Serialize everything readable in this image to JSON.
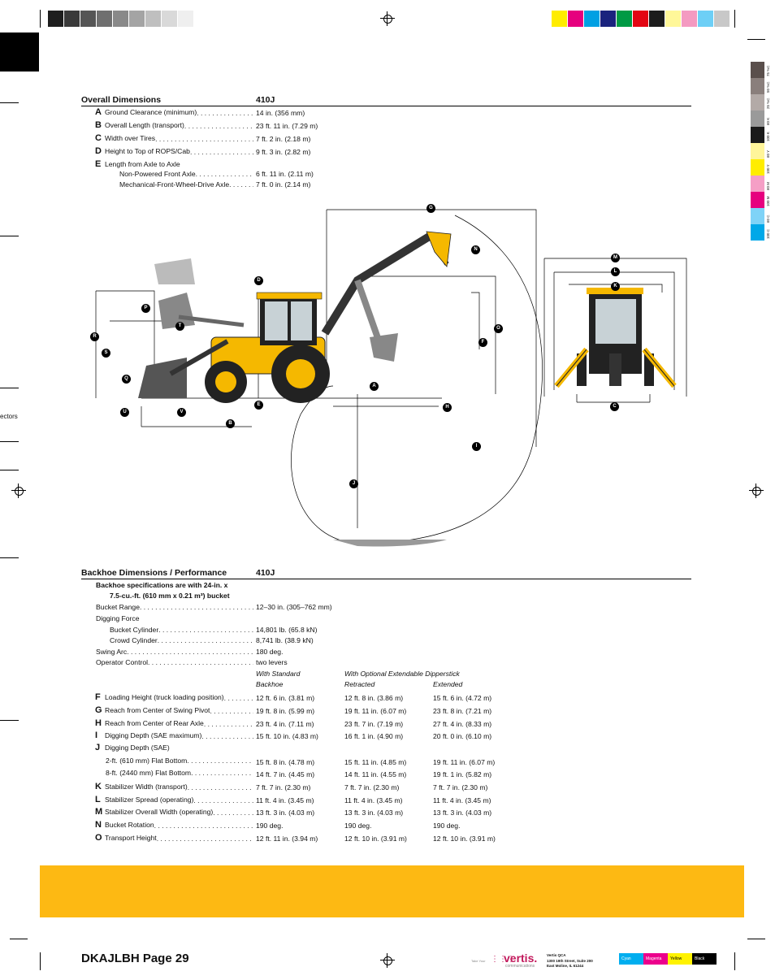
{
  "colors": {
    "accent_yellow": "#fdb913",
    "black": "#000000",
    "gray_bar": [
      "#1e1e1e",
      "#3a3a3a",
      "#555555",
      "#6f6f6f",
      "#898989",
      "#a4a4a4",
      "#bfbfbf",
      "#d9d9d9",
      "#efefef",
      "#ffffff"
    ],
    "color_bar": [
      "#ffec00",
      "#e6007e",
      "#00a0e3",
      "#1a237e",
      "#009a44",
      "#e30613",
      "#1c1c1c",
      "#fff799",
      "#f49ac1",
      "#6dcff6",
      "#c8c8c8"
    ]
  },
  "overall": {
    "title": "Overall Dimensions",
    "model": "410J",
    "rows": [
      {
        "letter": "A",
        "label": "Ground Clearance (minimum)",
        "value": "14 in. (356 mm)"
      },
      {
        "letter": "B",
        "label": "Overall Length (transport)",
        "value": "23 ft. 11 in. (7.29 m)"
      },
      {
        "letter": "C",
        "label": "Width over Tires",
        "value": "7 ft. 2 in. (2.18 m)"
      },
      {
        "letter": "D",
        "label": "Height to Top of ROPS/Cab",
        "value": "9 ft. 3 in. (2.82 m)"
      },
      {
        "letter": "E",
        "label": "Length from Axle to Axle",
        "value": ""
      }
    ],
    "sub_rows": [
      {
        "label": "Non-Powered Front Axle",
        "value": "6 ft. 11 in. (2.11 m)"
      },
      {
        "label": "Mechanical-Front-Wheel-Drive Axle",
        "value": "7 ft. 0 in. (2.14 m)"
      }
    ]
  },
  "diagram_labels": [
    "A",
    "B",
    "C",
    "D",
    "E",
    "F",
    "G",
    "H",
    "I",
    "J",
    "K",
    "L",
    "M",
    "N",
    "O",
    "P",
    "Q",
    "R",
    "S",
    "T",
    "U",
    "V"
  ],
  "backhoe": {
    "title": "Backhoe Dimensions / Performance",
    "model": "410J",
    "note_line1": "Backhoe specifications are with 24-in. x",
    "note_line2": "7.5-cu.-ft. (610 mm x 0.21 m³) bucket",
    "bucket_range_label": "Bucket Range",
    "bucket_range_value": "12–30 in. (305–762 mm)",
    "digging_force_label": "Digging Force",
    "bucket_cyl_label": "Bucket Cylinder",
    "bucket_cyl_value": "14,801 lb. (65.8 kN)",
    "crowd_cyl_label": "Crowd Cylinder",
    "crowd_cyl_value": "8,741 lb. (38.9 kN)",
    "swing_arc_label": "Swing Arc",
    "swing_arc_value": "180 deg.",
    "op_control_label": "Operator Control",
    "op_control_value": "two levers",
    "hdr_std1": "With Standard",
    "hdr_std2": "Backhoe",
    "hdr_opt": "With Optional Extendable Dipperstick",
    "hdr_retracted": "Retracted",
    "hdr_extended": "Extended",
    "rows": [
      {
        "letter": "F",
        "label": "Loading Height (truck loading position)",
        "std": "12 ft. 6 in. (3.81 m)",
        "ret": "12 ft. 8 in. (3.86 m)",
        "ext": "15 ft. 6 in. (4.72 m)"
      },
      {
        "letter": "G",
        "label": "Reach from Center of Swing Pivot",
        "std": "19 ft. 8 in. (5.99 m)",
        "ret": "19 ft. 11 in. (6.07 m)",
        "ext": "23 ft. 8 in. (7.21 m)"
      },
      {
        "letter": "H",
        "label": "Reach from Center of Rear Axle",
        "std": "23 ft. 4 in. (7.11 m)",
        "ret": "23 ft. 7 in. (7.19 m)",
        "ext": "27 ft. 4 in. (8.33 m)"
      },
      {
        "letter": "I",
        "label": "Digging Depth (SAE maximum)",
        "std": "15 ft. 10 in. (4.83 m)",
        "ret": "16 ft. 1 in. (4.90 m)",
        "ext": "20 ft. 0 in. (6.10 m)"
      },
      {
        "letter": "J",
        "label": "Digging Depth (SAE)",
        "std": "",
        "ret": "",
        "ext": ""
      },
      {
        "letter": "",
        "label": "2-ft. (610 mm) Flat Bottom",
        "std": "15 ft. 8 in. (4.78 m)",
        "ret": "15 ft. 11 in. (4.85 m)",
        "ext": "19 ft. 11 in. (6.07 m)"
      },
      {
        "letter": "",
        "label": "8-ft. (2440 mm) Flat Bottom",
        "std": "14 ft. 7 in. (4.45 m)",
        "ret": "14 ft. 11 in. (4.55 m)",
        "ext": "19 ft. 1 in. (5.82 m)"
      },
      {
        "letter": "K",
        "label": "Stabilizer Width (transport)",
        "std": "7 ft. 7 in. (2.30 m)",
        "ret": "7 ft. 7 in. (2.30 m)",
        "ext": "7 ft. 7 in. (2.30 m)"
      },
      {
        "letter": "L",
        "label": "Stabilizer Spread (operating)",
        "std": "11 ft. 4 in. (3.45 m)",
        "ret": "11 ft. 4 in. (3.45 m)",
        "ext": "11 ft. 4 in. (3.45 m)"
      },
      {
        "letter": "M",
        "label": "Stabilizer Overall Width (operating)",
        "std": "13 ft. 3 in. (4.03 m)",
        "ret": "13 ft. 3 in. (4.03 m)",
        "ext": "13 ft. 3 in. (4.03 m)"
      },
      {
        "letter": "N",
        "label": "Bucket Rotation",
        "std": "190 deg.",
        "ret": "190 deg.",
        "ext": "190 deg."
      },
      {
        "letter": "O",
        "label": "Transport Height",
        "std": "12 ft. 11 in. (3.94 m)",
        "ret": "12 ft. 10 in. (3.91 m)",
        "ext": "12 ft. 10 in. (3.91 m)"
      }
    ]
  },
  "side_strip": [
    {
      "color": "#5a4f4c",
      "text": "75 %C"
    },
    {
      "color": "#8a7f7c",
      "text": "50 %C"
    },
    {
      "color": "#b3aaa7",
      "text": "25 %C"
    },
    {
      "color": "#9a9a9a",
      "text": "60 K"
    },
    {
      "color": "#1a1a1a",
      "text": "100 K"
    },
    {
      "color": "#fff59a",
      "text": "60 Y"
    },
    {
      "color": "#ffed00",
      "text": "100 Y"
    },
    {
      "color": "#f59fc6",
      "text": "60 M"
    },
    {
      "color": "#e6007e",
      "text": "100 M"
    },
    {
      "color": "#7fd3f7",
      "text": "60 C"
    },
    {
      "color": "#00a8e8",
      "text": "100 C"
    }
  ],
  "left_margin_text": "ectors",
  "footer": {
    "page_label": "DKAJLBH Page 29",
    "vertis_tagline": "Take Your",
    "vertis_brand": "vertis.",
    "vertis_sub": "communications",
    "address_line1": "Vertis QCA",
    "address_line2": "1300 19th Street, Suite 200",
    "address_line3": "East Moline, IL 61244",
    "cyan": "Cyan",
    "magenta": "Magenta",
    "yellow": "Yellow",
    "black": "Black"
  }
}
